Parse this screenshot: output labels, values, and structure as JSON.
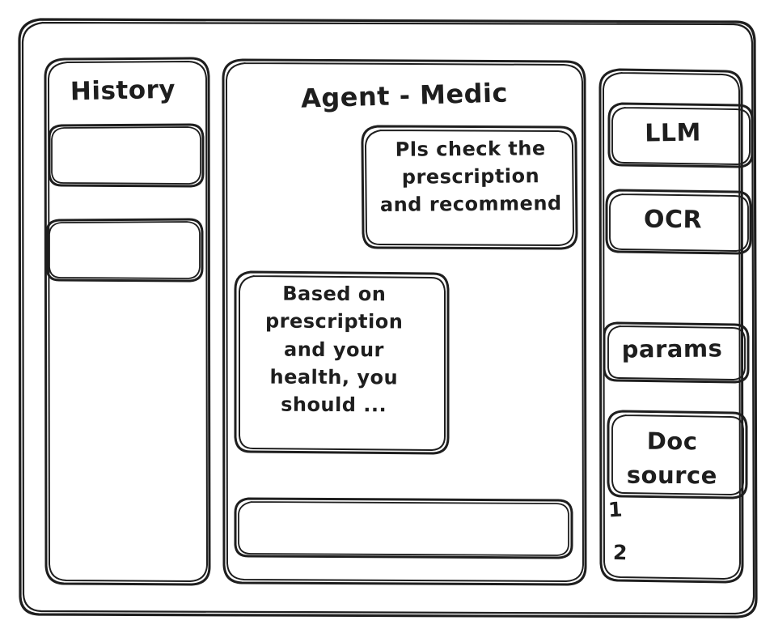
{
  "window": {
    "name": "app-window-frame"
  },
  "sidebar_left": {
    "title": "History",
    "items": [
      {
        "label": ""
      },
      {
        "label": ""
      }
    ]
  },
  "main": {
    "title": "Agent - Medic",
    "messages": [
      {
        "role": "user",
        "text": "Pls check the\nprescription\nand recommend"
      },
      {
        "role": "assistant",
        "text": "Based on\nprescription\nand your\nhealth, you\nshould ..."
      }
    ],
    "composer": {
      "value": "",
      "placeholder": ""
    }
  },
  "sidebar_right": {
    "buttons": [
      {
        "label": "LLM"
      },
      {
        "label": "OCR"
      },
      {
        "label": "params"
      }
    ],
    "doc_source": {
      "label": "Doc\nsource",
      "items": [
        {
          "label": "1"
        },
        {
          "label": "2"
        }
      ]
    }
  },
  "style": {
    "stroke": "#1e1e1e",
    "background": "#ffffff"
  }
}
